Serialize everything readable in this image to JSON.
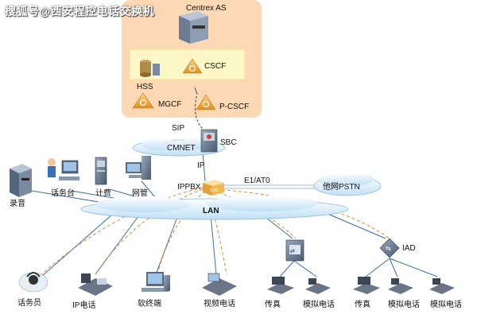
{
  "watermark": "搜狐号@西安程控电话交换机",
  "ims_core": {
    "centrex_as": "Centrex AS",
    "cscf": "CSCF",
    "hss": "HSS",
    "mgcf": "MGCF",
    "pcscf": "P-CSCF"
  },
  "links": {
    "sip": "SIP",
    "ip": "IP",
    "e1_at0": "E1/AT0"
  },
  "network": {
    "cmnet": "CMNET",
    "sbc": "SBC",
    "ippbx": "IPPBX",
    "lan": "LAN",
    "other_pstn": "他网PSTN",
    "iad": "IAD"
  },
  "top_devices": {
    "recording": "录音",
    "operator_desk": "话务台",
    "billing": "计费",
    "network_mgmt": "网管"
  },
  "bottom_devices": {
    "operator": "话务员",
    "ip_phone": "IP电话",
    "softphone": "软终端",
    "video_phone": "视频电话",
    "fax_1": "传真",
    "analog_phone_1": "模拟电话",
    "fax_2": "传真",
    "analog_phone_2": "模拟电话",
    "analog_phone_3": "模拟电话"
  },
  "colors": {
    "core_bg": "#fcd9b4",
    "core_highlight": "#fdf6c6",
    "cloud": "#dbeefa",
    "link_blue": "#3a6ea8",
    "link_orange": "#e08a3c"
  }
}
